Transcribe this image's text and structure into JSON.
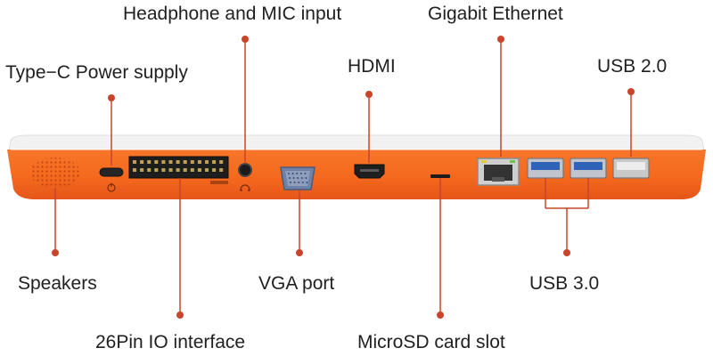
{
  "labels": {
    "headphone_mic": "Headphone and MIC input",
    "gigabit_ethernet": "Gigabit Ethernet",
    "type_c_power": "Type−C Power supply",
    "hdmi": "HDMI",
    "usb2": "USB 2.0",
    "speakers": "Speakers",
    "vga": "VGA port",
    "usb3": "USB 3.0",
    "gpio": "26Pin IO interface",
    "microsd": "MicroSD card slot"
  },
  "colors": {
    "device_orange": "#f5691e",
    "device_top": "#f2f2f2",
    "leader": "#c8452c",
    "port_dark": "#262626",
    "vga_blue": "#6f82a6",
    "usb3_blue": "#2f63b8",
    "usb2_white": "#e8e8e8"
  },
  "icons": [
    "power-icon",
    "headphone-icon"
  ]
}
